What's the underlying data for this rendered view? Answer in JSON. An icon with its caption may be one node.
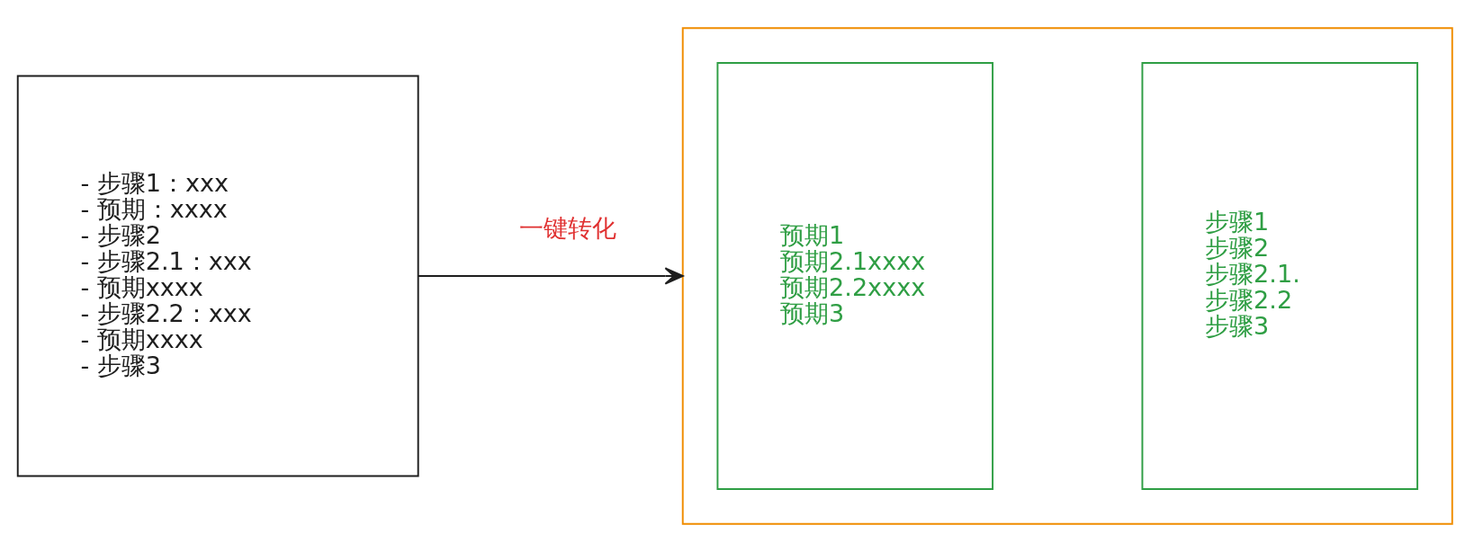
{
  "diagram": {
    "nodes": [
      {
        "text": [
          "- 步骤1：xxx",
          "- 预期：xxxx",
          "- 步骤2",
          "- 步骤2.1：xxx",
          "- 预期xxxx",
          "- 步骤2.2：xxx",
          "- 预期xxxx",
          "- 步骤3"
        ]
      },
      {
        "text": [],
        "shape": "box"
      },
      {
        "text": [
          "步骤1",
          "步骤2",
          "步骤2.1.",
          "步骤2.2",
          "步骤3"
        ],
        "in": 1
      },
      {
        "text": [
          "预期1",
          "预期2.1xxxx",
          "预期2.2xxxx",
          "预期3"
        ],
        "in": 1
      }
    ],
    "edges": [
      {
        "from": 0,
        "to": 1,
        "arrow": "to",
        "label": "一键转化"
      }
    ]
  }
}
